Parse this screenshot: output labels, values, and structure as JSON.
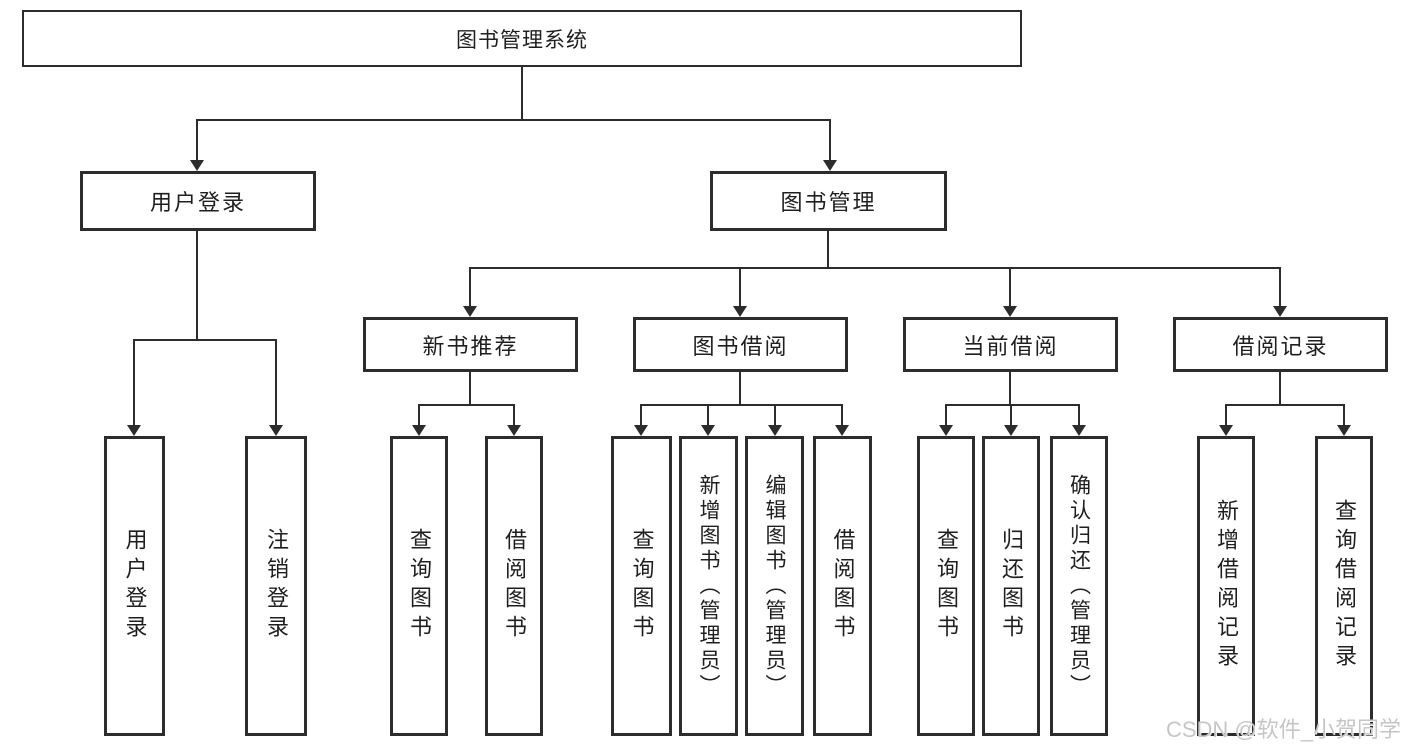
{
  "colors": {
    "line": "#2c2c2c",
    "text": "#1f1f1f",
    "bg": "#ffffff",
    "watermark": "#c6c6c6"
  },
  "nodes": {
    "root": "图书管理系统",
    "user_login": "用户登录",
    "book_mgmt": "图书管理",
    "new_book_rec": "新书推荐",
    "book_borrow": "图书借阅",
    "current_borrow": "当前借阅",
    "borrow_records": "借阅记录",
    "leaf_user_login": "用户登录",
    "leaf_logout": "注销登录",
    "leaf_rec_query_book": "查询图书",
    "leaf_rec_borrow_book": "借阅图书",
    "leaf_bb_query_book": "查询图书",
    "leaf_bb_add_book_admin": "新增图书（管理员）",
    "leaf_bb_edit_book_admin": "编辑图书（管理员）",
    "leaf_bb_borrow_book": "借阅图书",
    "leaf_cb_query_book": "查询图书",
    "leaf_cb_return_book": "归还图书",
    "leaf_cb_confirm_return_admin": "确认归还（管理员）",
    "leaf_br_add_record": "新增借阅记录",
    "leaf_br_query_record": "查询借阅记录"
  },
  "watermark": "CSDN @软件_小贺同学"
}
